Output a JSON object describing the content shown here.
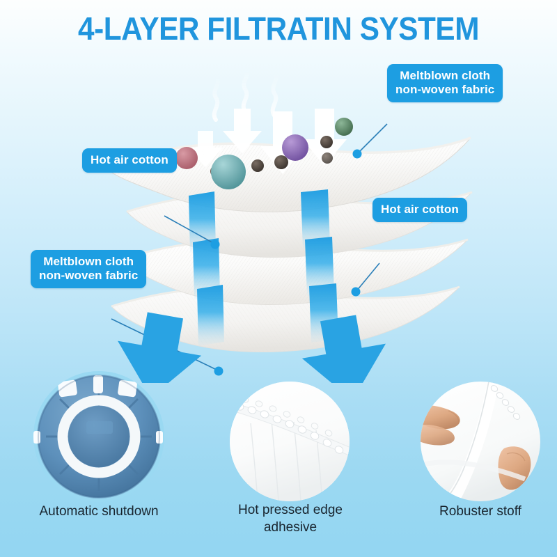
{
  "title": "4-LAYER FILTRATIN SYSTEM",
  "colors": {
    "accent_blue": "#1d9ee2",
    "title_blue": "#2095dd",
    "arrow_blue": "#2aa3e4",
    "background_top": "#fdfefe",
    "background_bottom": "#93d6f2",
    "caption_text": "#18242e",
    "device_blue": "#5a8fb8"
  },
  "callouts": [
    {
      "id": "meltblown-top",
      "text": "Meltblown cloth\nnon-woven fabric"
    },
    {
      "id": "hotair-left",
      "text": "Hot air cotton"
    },
    {
      "id": "hotair-right",
      "text": "Hot air cotton"
    },
    {
      "id": "meltblown-left",
      "text": "Meltblown cloth\nnon-woven fabric"
    }
  ],
  "layers": [
    {
      "index": 1,
      "name": "meltblown cloth non-woven fabric"
    },
    {
      "index": 2,
      "name": "hot air cotton"
    },
    {
      "index": 3,
      "name": "hot air cotton"
    },
    {
      "index": 4,
      "name": "meltblown cloth non-woven fabric"
    }
  ],
  "particles": [
    {
      "name": "germ-pink",
      "color": "#c0737f"
    },
    {
      "name": "germ-teal",
      "color": "#6fb3b8"
    },
    {
      "name": "germ-brown",
      "color": "#6b5a52"
    },
    {
      "name": "germ-purple",
      "color": "#8c6ab5"
    },
    {
      "name": "germ-green",
      "color": "#5f8f6b"
    },
    {
      "name": "germ-dark",
      "color": "#4f4741"
    }
  ],
  "features": [
    {
      "id": "automatic-shutdown",
      "caption": "Automatic shutdown",
      "icon": "fan-device-photo"
    },
    {
      "id": "hot-pressed-edge",
      "caption": "Hot pressed edge\nadhesive",
      "icon": "mask-edge-photo"
    },
    {
      "id": "robuster-stoff",
      "caption": "Robuster stoff",
      "icon": "hands-fabric-photo"
    }
  ]
}
